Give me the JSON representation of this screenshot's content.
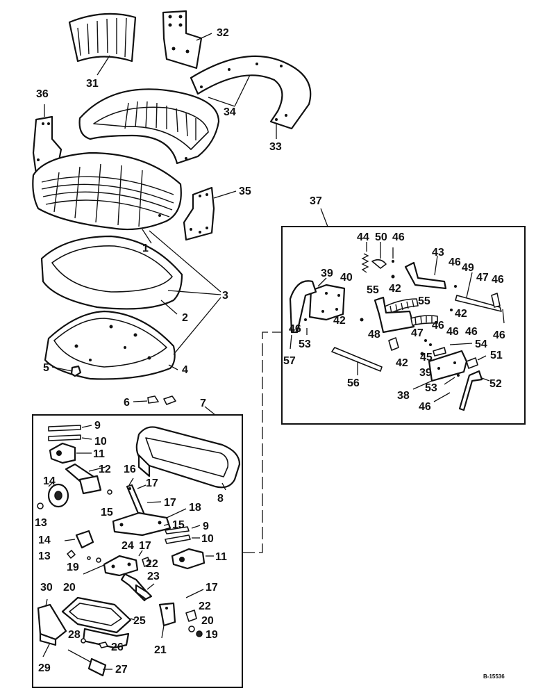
{
  "labels": {
    "p1": "1",
    "p2": "2",
    "p3": "3",
    "p4": "4",
    "p5": "5",
    "p6": "6",
    "p7": "7",
    "p8": "8",
    "p9a": "9",
    "p9b": "9",
    "p10a": "10",
    "p10b": "10",
    "p11a": "11",
    "p11b": "11",
    "p12": "12",
    "p13a": "13",
    "p13b": "13",
    "p14a": "14",
    "p14b": "14",
    "p15a": "15",
    "p15b": "15",
    "p16": "16",
    "p17a": "17",
    "p17b": "17",
    "p17c": "17",
    "p17d": "17",
    "p18": "18",
    "p19a": "19",
    "p19b": "19",
    "p20a": "20",
    "p20b": "20",
    "p21": "21",
    "p22a": "22",
    "p22b": "22",
    "p23": "23",
    "p24": "24",
    "p25": "25",
    "p26": "26",
    "p27": "27",
    "p28": "28",
    "p29": "29",
    "p30": "30",
    "p31": "31",
    "p32": "32",
    "p33": "33",
    "p34": "34",
    "p35": "35",
    "p36": "36",
    "p37": "37",
    "p38": "38",
    "p39a": "39",
    "p39b": "39",
    "p40": "40",
    "p42a": "42",
    "p42b": "42",
    "p42c": "42",
    "p42d": "42",
    "p43": "43",
    "p44": "44",
    "p45": "45",
    "p46a": "46",
    "p46b": "46",
    "p46c": "46",
    "p46d": "46",
    "p46e": "46",
    "p46f": "46",
    "p46g": "46",
    "p46h": "46",
    "p47a": "47",
    "p47b": "47",
    "p48": "48",
    "p49": "49",
    "p50": "50",
    "p51": "51",
    "p52": "52",
    "p53a": "53",
    "p53b": "53",
    "p54": "54",
    "p55a": "55",
    "p55b": "55",
    "p56": "56",
    "p57": "57"
  },
  "drawing_code": "B-15536"
}
